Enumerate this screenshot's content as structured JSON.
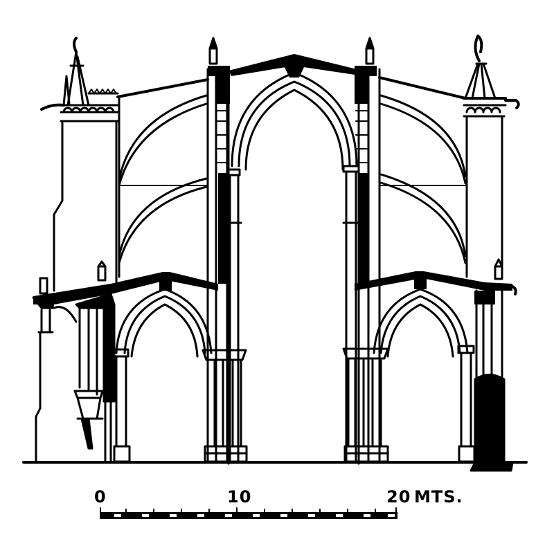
{
  "figure": {
    "type": "architectural-cross-section",
    "subject": "Gothic cathedral section with nave, aisles and flying buttresses",
    "ink_color": "#000000",
    "paper_color": "#ffffff"
  },
  "scale_bar": {
    "labels": [
      "0",
      "10",
      "20"
    ],
    "unit": "MTS.",
    "segments": 20,
    "range_m": [
      0,
      20
    ]
  }
}
